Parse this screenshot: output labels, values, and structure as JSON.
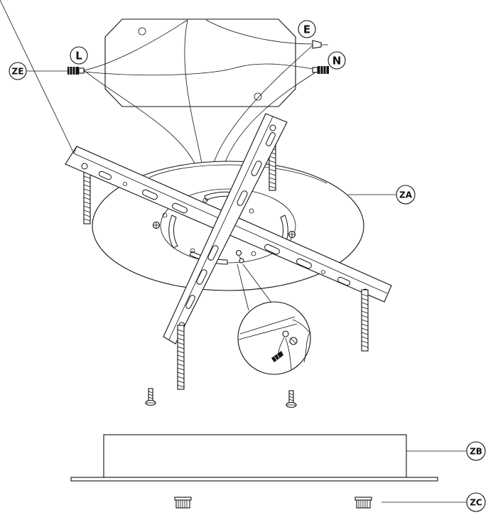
{
  "labels": {
    "ze": "ZE",
    "l": "L",
    "e": "E",
    "n": "N",
    "za": "ZA",
    "zb": "ZB",
    "zc": "ZC"
  },
  "palette": {
    "ink": "#111111",
    "paper": "#ffffff"
  }
}
